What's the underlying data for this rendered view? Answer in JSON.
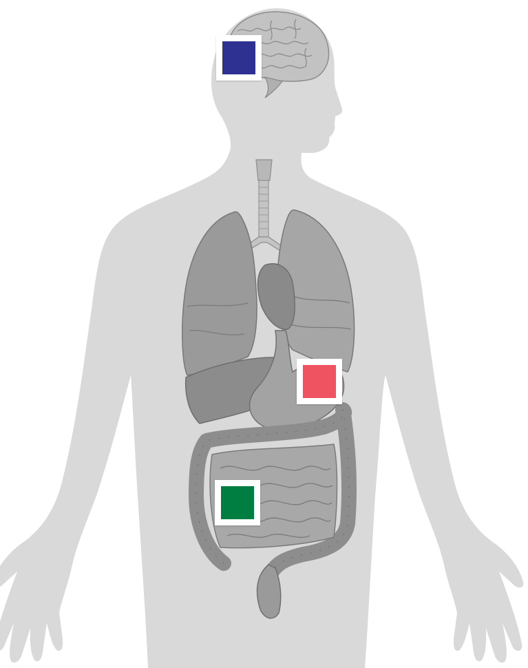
{
  "figure": {
    "body_color": "#d9d9d9",
    "organ_color": "#9a9a9a",
    "organ_dark": "#808080",
    "organ_light": "#b4b4b4"
  },
  "markers": [
    {
      "organ": "brain",
      "color": "#2e3192"
    },
    {
      "organ": "stomach",
      "color": "#ef5362"
    },
    {
      "organ": "small-intestine",
      "color": "#007d40"
    }
  ]
}
